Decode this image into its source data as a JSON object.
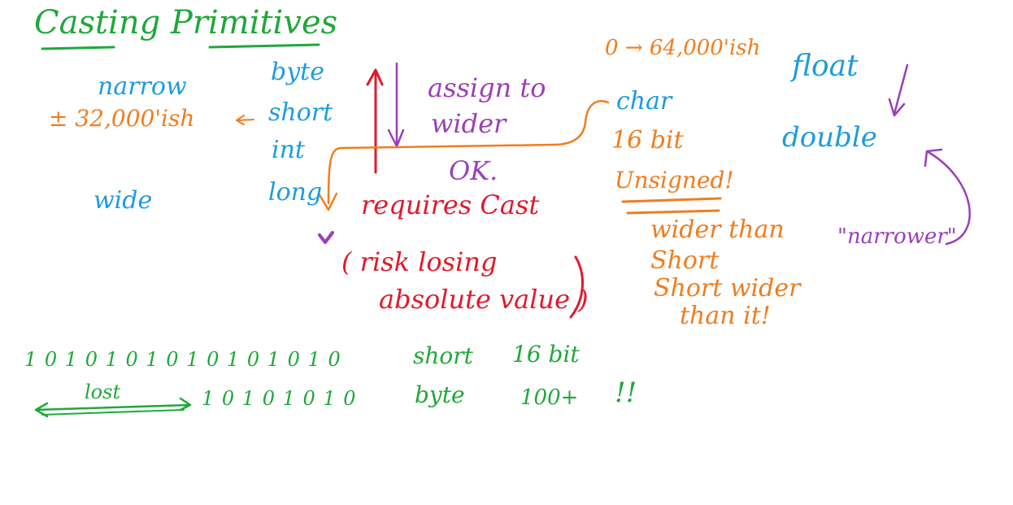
{
  "title": "Casting Primitives",
  "colors": {
    "green": "#1fa83a",
    "blue": "#1e9be0",
    "orange": "#f07d1e",
    "red": "#e01a2c",
    "purple": "#9b3fb7"
  },
  "left_column": {
    "narrow": "narrow",
    "range": "± 32,000'ish",
    "wide": "wide"
  },
  "types": [
    "byte",
    "short",
    "int",
    "long"
  ],
  "arrows": {
    "down_note_1": "assign to",
    "down_note_2": "wider",
    "ok": "OK.",
    "up_note": "requires Cast",
    "risk_1": "( risk losing",
    "risk_2": "absolute value )"
  },
  "char_block": {
    "range": "0 → 64,000'ish",
    "type": "char",
    "bits": "16 bit",
    "unsigned": "Unsigned!",
    "note_1": "wider than",
    "note_2": "Short",
    "note_3": "Short wider",
    "note_4": "than it!"
  },
  "float_block": {
    "float": "float",
    "double": "double",
    "narrower": "\"narrower\""
  },
  "bits_example": {
    "short_bits": "1 0 1 0 1 0 1 0 1 0 1 0 1 0 1 0",
    "short_label": "short",
    "short_size": "16 bit",
    "lost": "lost",
    "byte_bits": "1 0 1 0 1 0 1 0",
    "byte_label": "byte",
    "byte_size": "100+",
    "exclaim": "!!"
  }
}
